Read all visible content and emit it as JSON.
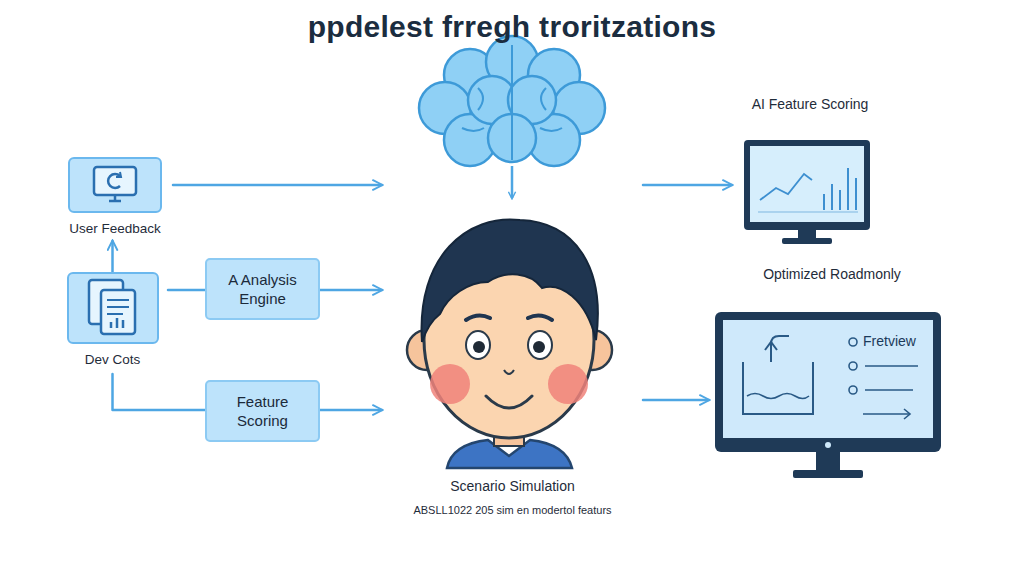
{
  "diagram": {
    "title": "ppdelest frregh troritzations",
    "nodes": [
      {
        "text": [
          "User Feedback"
        ]
      },
      {
        "text": [
          "Dev Cots"
        ]
      },
      {
        "text": [
          "A Analysis Engine"
        ]
      },
      {
        "text": [
          "Feature Scoring"
        ]
      },
      {
        "text": [
          "Scenario Simulation",
          "ABSLL1022 205 sim en modertol featurs"
        ]
      },
      {
        "text": [
          "AI Feature Scoring"
        ]
      },
      {
        "text": [
          "Optimized Roadmonly",
          "Fretview"
        ]
      }
    ],
    "edges": [
      {
        "from": 0,
        "to": 4,
        "arrow": "to"
      },
      {
        "from": 1,
        "to": 0,
        "arrow": "to"
      },
      {
        "from": 1,
        "to": 2,
        "arrow": "none"
      },
      {
        "from": 1,
        "to": 3,
        "arrow": "none"
      },
      {
        "from": 2,
        "to": 4,
        "arrow": "to"
      },
      {
        "from": 3,
        "to": 4,
        "arrow": "to"
      },
      {
        "from": 4,
        "to": 5,
        "arrow": "to"
      },
      {
        "from": 4,
        "to": 6,
        "arrow": "to"
      }
    ]
  }
}
